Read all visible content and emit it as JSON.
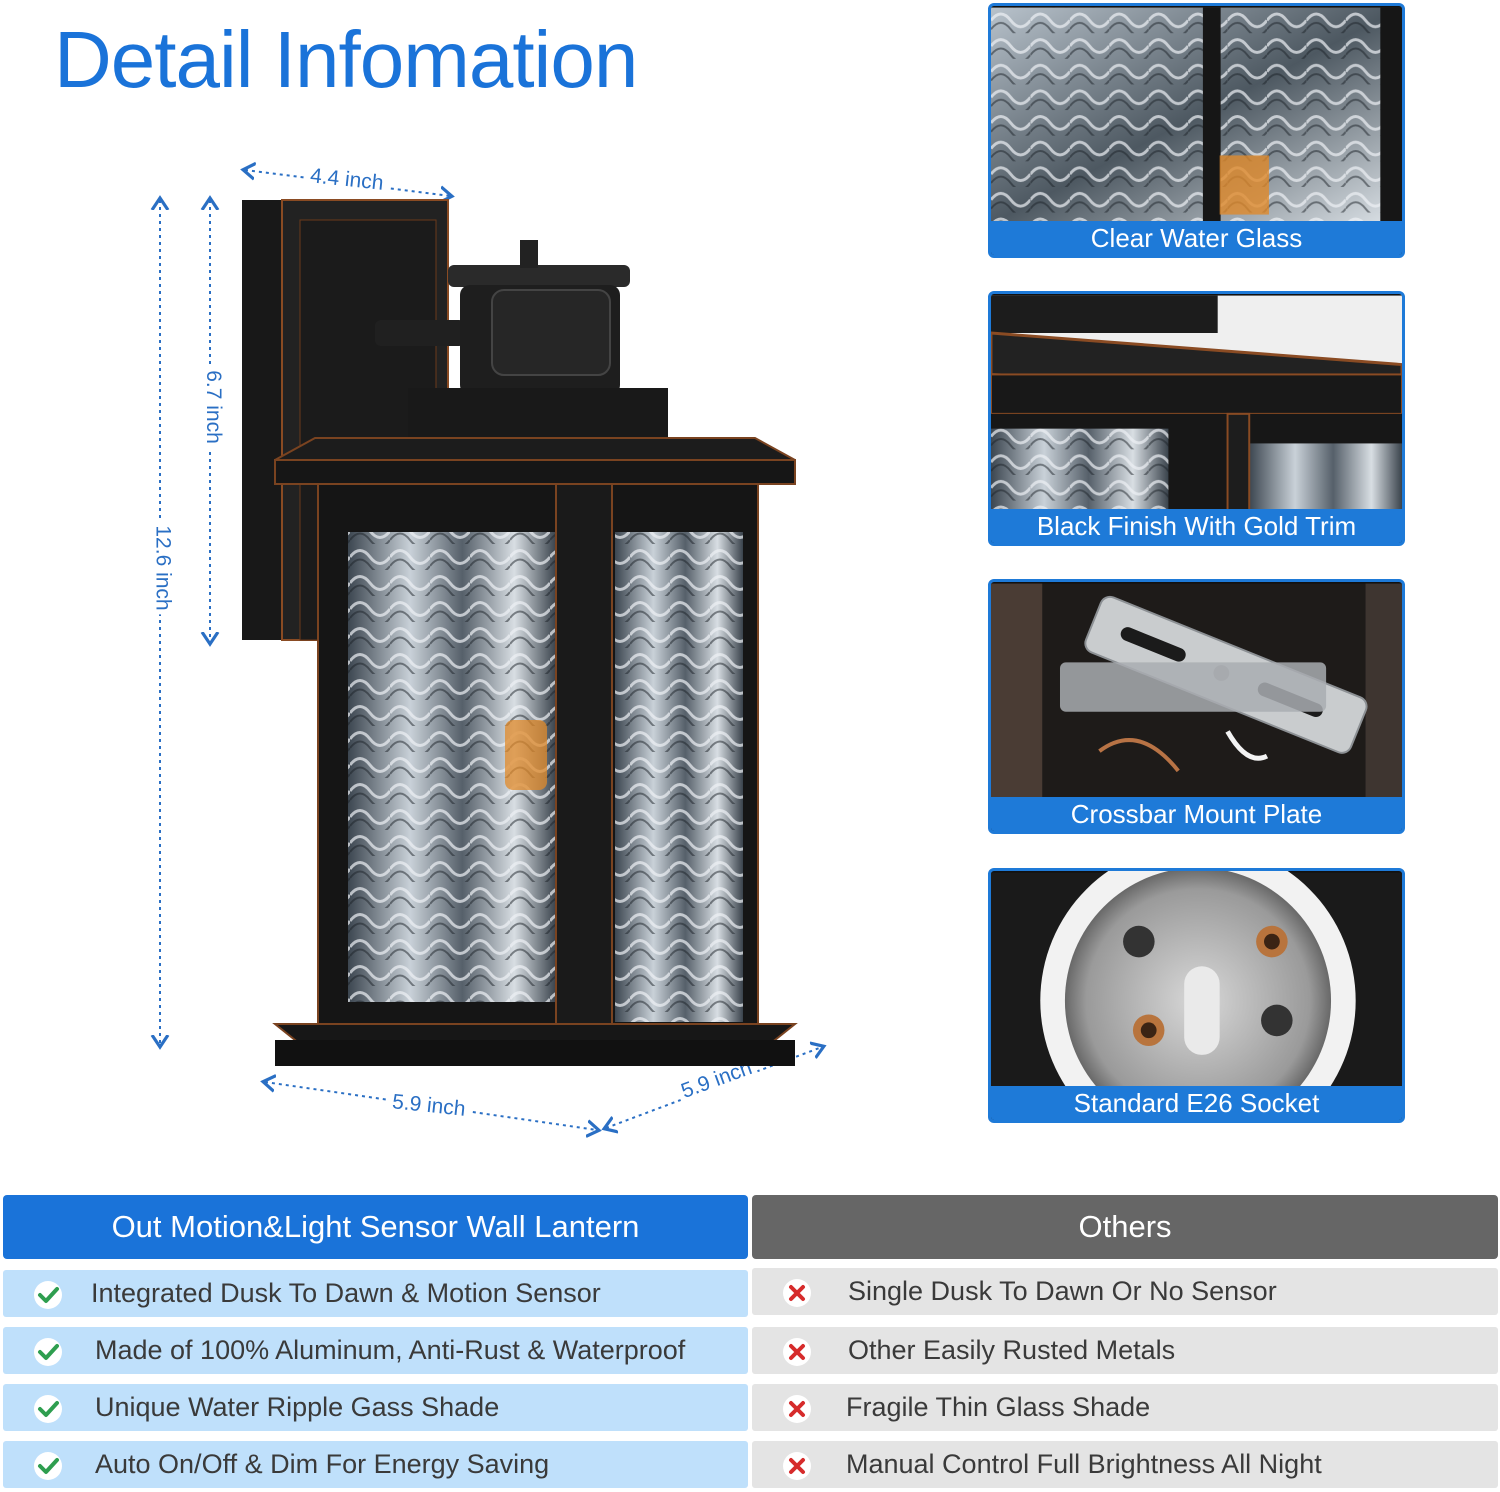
{
  "title": "Detail Infomation",
  "dimensions": {
    "width_top": "4.4 inch",
    "height_sensor": "6.7 inch",
    "height_total": "12.6 inch",
    "base_width": "5.9 inch",
    "base_depth": "5.9 inch"
  },
  "details": [
    {
      "caption": "Clear Water Glass",
      "icon": "water-glass"
    },
    {
      "caption": "Black Finish With Gold Trim",
      "icon": "black-gold-trim"
    },
    {
      "caption": "Crossbar Mount Plate",
      "icon": "crossbar-mount"
    },
    {
      "caption": "Standard E26 Socket",
      "icon": "e26-socket"
    }
  ],
  "comparison": {
    "ours_header": "Out Motion&Light Sensor Wall Lantern",
    "others_header": "Others",
    "ours": [
      "Integrated Dusk To Dawn & Motion Sensor",
      "Made of 100% Aluminum, Anti-Rust & Waterproof",
      "Unique Water Ripple Gass Shade",
      "Auto On/Off & Dim For Energy Saving"
    ],
    "others": [
      "Single Dusk To Dawn Or No Sensor",
      "Other Easily Rusted Metals",
      "Fragile Thin Glass Shade",
      "Manual Control Full Brightness All Night"
    ]
  },
  "colors": {
    "accent_blue": "#1a73d9",
    "check_green": "#2e9e4f",
    "cross_red": "#d62b2b",
    "others_gray": "#666666"
  }
}
